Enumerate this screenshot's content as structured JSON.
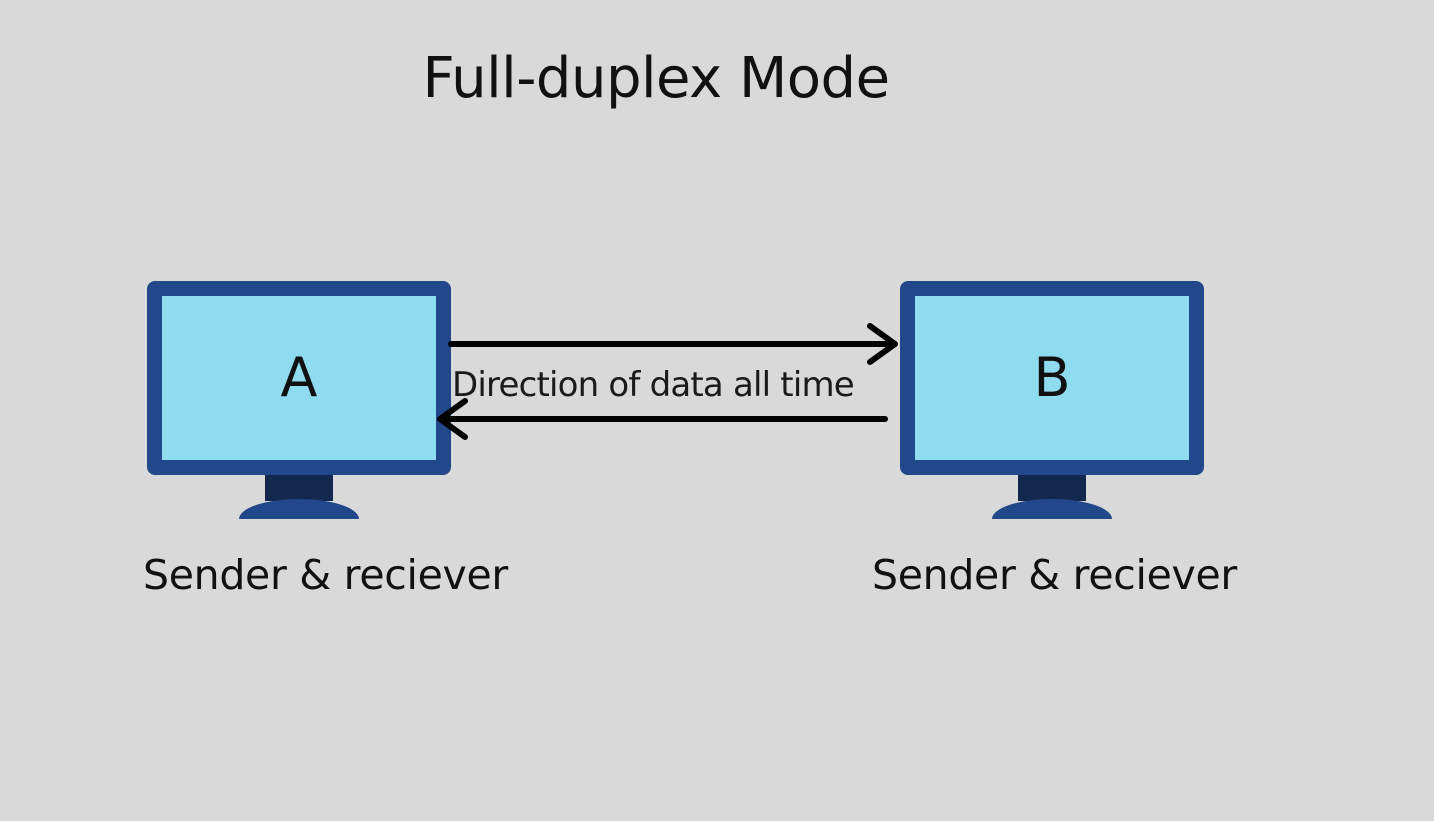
{
  "title": "Full-duplex Mode",
  "nodes": [
    {
      "letter": "A",
      "caption": "Sender & reciever"
    },
    {
      "letter": "B",
      "caption": "Sender & reciever"
    }
  ],
  "link_label": "Direction of data all time",
  "colors": {
    "background": "#d9d9d9",
    "monitor_frame": "#21488a",
    "monitor_screen": "#8fdbef",
    "monitor_neck": "#14284f",
    "arrow": "#000000"
  },
  "icons": [
    "monitor-icon",
    "arrow-right-icon",
    "arrow-left-icon"
  ]
}
